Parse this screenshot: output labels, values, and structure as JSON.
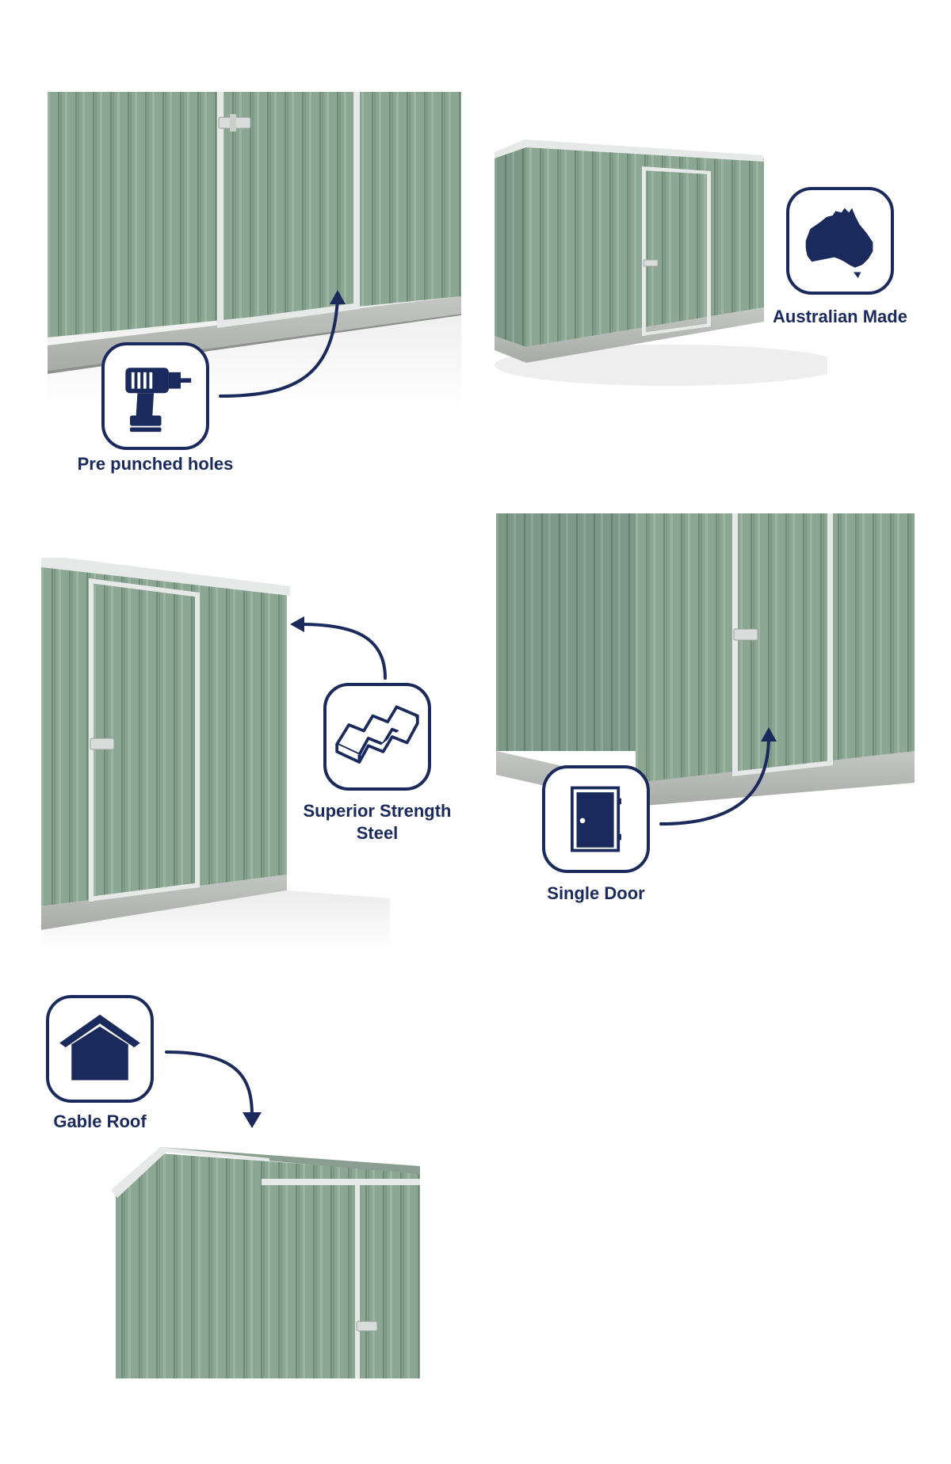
{
  "colors": {
    "navy": "#1b2a5c",
    "shed_green": "#8ba692",
    "shed_green_dark": "#6f8b77",
    "trim": "#e6e9e7",
    "concrete": "#b9bbb9"
  },
  "features": [
    {
      "label": "Pre punched holes",
      "icon": "drill-icon"
    },
    {
      "label": "Australian Made",
      "icon": "australia-map-icon"
    },
    {
      "label": "Superior Strength Steel",
      "line1": "Superior Strength",
      "line2": "Steel",
      "icon": "corrugated-steel-icon"
    },
    {
      "label": "Single Door",
      "icon": "door-icon"
    },
    {
      "label": "Gable Roof",
      "icon": "house-icon"
    }
  ]
}
